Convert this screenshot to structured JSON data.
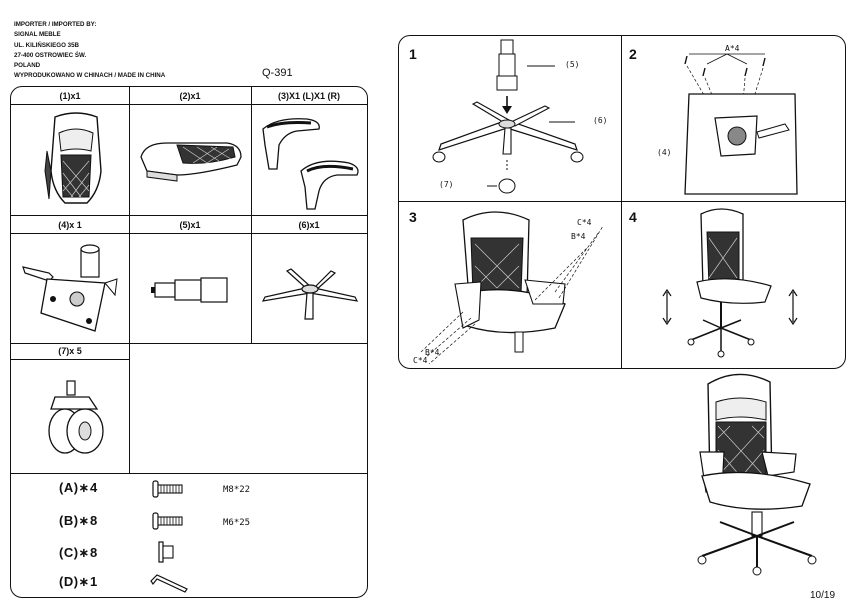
{
  "importer": {
    "lines": [
      "IMPORTER / IMPORTED BY:",
      "SIGNAL MEBLE",
      "UL. KILIŃSKIEGO 35B",
      "27-400 OSTROWIEC ŚW.",
      "POLAND",
      "WYPRODUKOWANO W CHINACH / MADE IN CHINA"
    ]
  },
  "model_code": "Q-391",
  "parts": {
    "p1": "(1)x1",
    "p2": "(2)x1",
    "p3": "(3)X1 (L)X1 (R)",
    "p4": "(4)x 1",
    "p5": "(5)x1",
    "p6": "(6)x1",
    "p7": "(7)x 5"
  },
  "hardware": [
    {
      "id": "(A)∗4",
      "spec": "M8*22"
    },
    {
      "id": "(B)∗8",
      "spec": "M6*25"
    },
    {
      "id": "(C)∗8",
      "spec": ""
    },
    {
      "id": "(D)∗1",
      "spec": ""
    }
  ],
  "steps": {
    "s1": "1",
    "s2": "2",
    "s3": "3",
    "s4": "4",
    "s1_c5": "(5)",
    "s1_c6": "(6)",
    "s1_c7": "(7)",
    "s2_a": "A*4",
    "s2_c4": "(4)",
    "s3_c1": "C*4",
    "s3_b1": "B*4",
    "s3_b2": "B*4",
    "s3_c2": "C*4"
  },
  "page_number": "10/19"
}
